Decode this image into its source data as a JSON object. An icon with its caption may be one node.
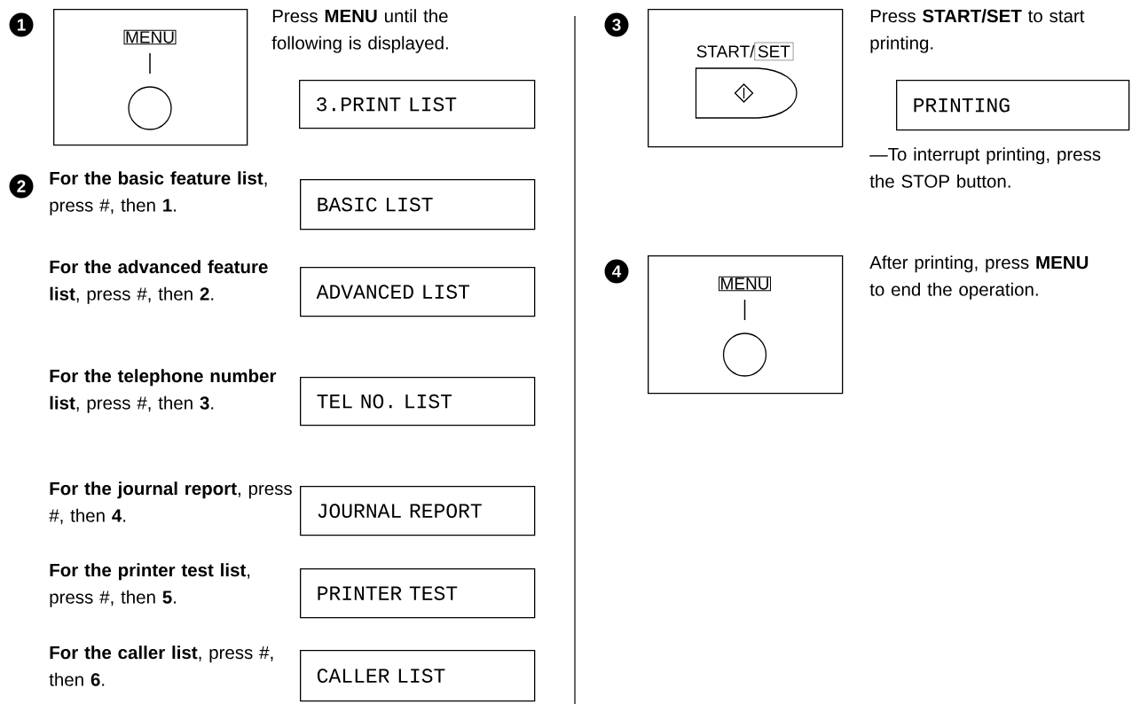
{
  "diagram": {
    "nodes": [
      {
        "text": [
          "MENU"
        ]
      },
      {
        "text": [
          "3.PRINT LIST"
        ]
      },
      {
        "text": [
          "BASIC LIST"
        ]
      },
      {
        "text": [
          "ADVANCED LIST"
        ]
      },
      {
        "text": [
          "TEL NO. LIST"
        ]
      },
      {
        "text": [
          "JOURNAL REPORT"
        ]
      },
      {
        "text": [
          "PRINTER TEST"
        ]
      },
      {
        "text": [
          "CALLER LIST"
        ]
      },
      {
        "text": [
          "START/",
          "SET"
        ]
      },
      {
        "text": [
          "PRINTING"
        ]
      },
      {
        "text": [
          "MENU"
        ]
      }
    ],
    "labels": [
      "1",
      "Press **MENU** until the following is displayed.",
      "2",
      "**For the basic feature list**, press #, then **1**.",
      "**For the advanced feature list**, press #, then **2**.",
      "**For the telephone number list**, press #, then **3**.",
      "**For the journal report**, press #, then **4**.",
      "**For the printer test list**, press #, then **5**.",
      "**For the caller list**, press #, then **6**.",
      "3",
      "Press **START/SET** to start printing.",
      "—To interrupt printing, press the STOP button.",
      "4",
      "After printing, press **MENU** to end the operation."
    ]
  }
}
